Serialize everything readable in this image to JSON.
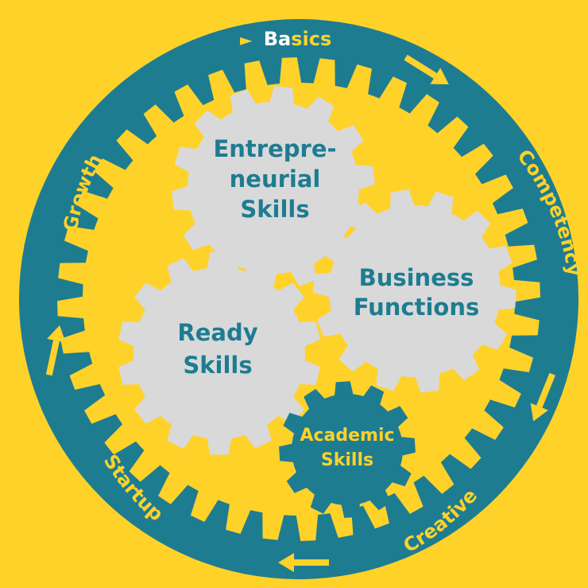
{
  "colors": {
    "background": "#FFD22A",
    "ring": "#1E7C91",
    "gear_light": "#D9D9DA",
    "gear_dark": "#1E7C91",
    "label_dark": "#1E7C91",
    "label_light": "#FFD22A"
  },
  "ring_labels": {
    "basics_prefix": "►",
    "basics_b": "Ba",
    "basics_rest": "sics",
    "competency": "Competency",
    "creative": "Creative",
    "startup": "Startup",
    "growth": "Growth"
  },
  "gears": {
    "entrepreneurial": {
      "line1": "Entrepre-",
      "line2": "neurial",
      "line3": "Skills"
    },
    "business": {
      "line1": "Business",
      "line2": "Functions"
    },
    "ready": {
      "line1": "Ready",
      "line2": "Skills"
    },
    "academic": {
      "line1": "Academic",
      "line2": "Skills"
    }
  }
}
